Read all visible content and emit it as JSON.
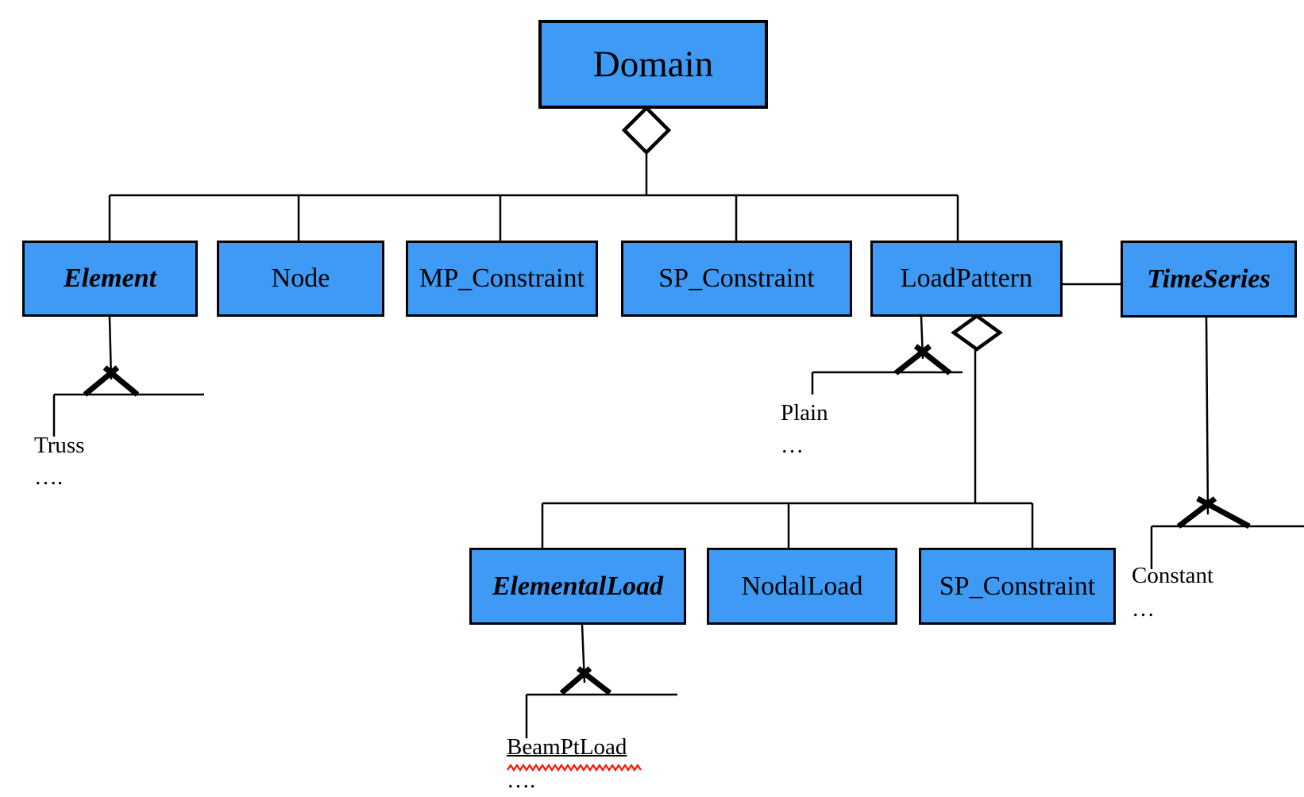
{
  "colors": {
    "box_fill": "#3E9AF5",
    "box_border": "#000000",
    "line_color": "#000000",
    "squiggle_color": "#FF1200"
  },
  "boxes": {
    "domain": {
      "label": "Domain"
    },
    "row1": [
      {
        "label": "Element",
        "abstract": true
      },
      {
        "label": "Node",
        "abstract": false
      },
      {
        "label": "MP_Constraint",
        "abstract": false
      },
      {
        "label": "SP_Constraint",
        "abstract": false
      },
      {
        "label": "LoadPattern",
        "abstract": false
      },
      {
        "label": "TimeSeries",
        "abstract": true
      }
    ],
    "row2": [
      {
        "label": "ElementalLoad",
        "abstract": true
      },
      {
        "label": "NodalLoad",
        "abstract": false
      },
      {
        "label": "SP_Constraint",
        "abstract": false
      }
    ]
  },
  "leaves": {
    "element_child": {
      "name": "Truss",
      "more": "…."
    },
    "loadpattern_child": {
      "name": "Plain",
      "more": "…"
    },
    "elementalload_child": {
      "name": "BeamPtLoad",
      "more": "…."
    },
    "timeseries_child": {
      "name": "Constant",
      "more": "…"
    }
  }
}
